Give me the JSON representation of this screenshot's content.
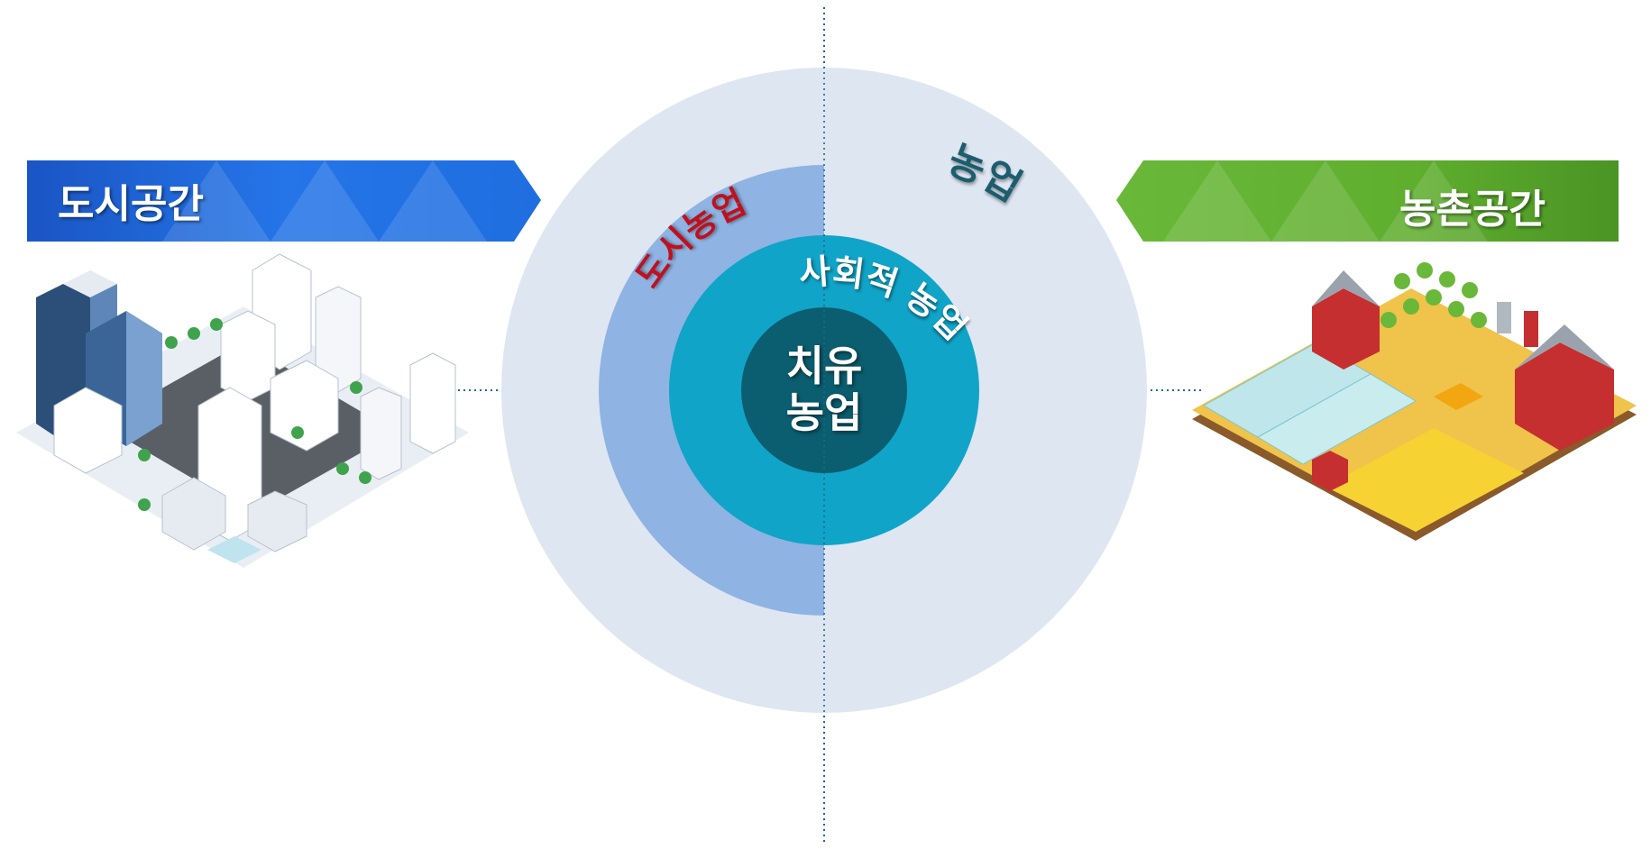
{
  "diagram": {
    "rings": [
      {
        "id": "outer",
        "label": "농업",
        "color": "#dee6f2",
        "label_color": "#1c5d6e"
      },
      {
        "id": "urban",
        "label": "도시농업",
        "color": "#8fb3e2",
        "label_color": "#c0101e"
      },
      {
        "id": "social",
        "label": "사회적 농업",
        "color": "#10a4c8",
        "label_color": "#ffffff"
      },
      {
        "id": "core",
        "label_line1": "치유",
        "label_line2": "농업",
        "color": "#0b5e70",
        "label_color": "#ffffff"
      }
    ]
  },
  "left_panel": {
    "banner_label": "도시공간",
    "banner_color": "#1f6ee0",
    "illustration": "city-buildings-illustration"
  },
  "right_panel": {
    "banner_label": "농촌공간",
    "banner_color": "#5fae2e",
    "illustration": "farm-illustration"
  },
  "divider_color": "#1a6b86"
}
